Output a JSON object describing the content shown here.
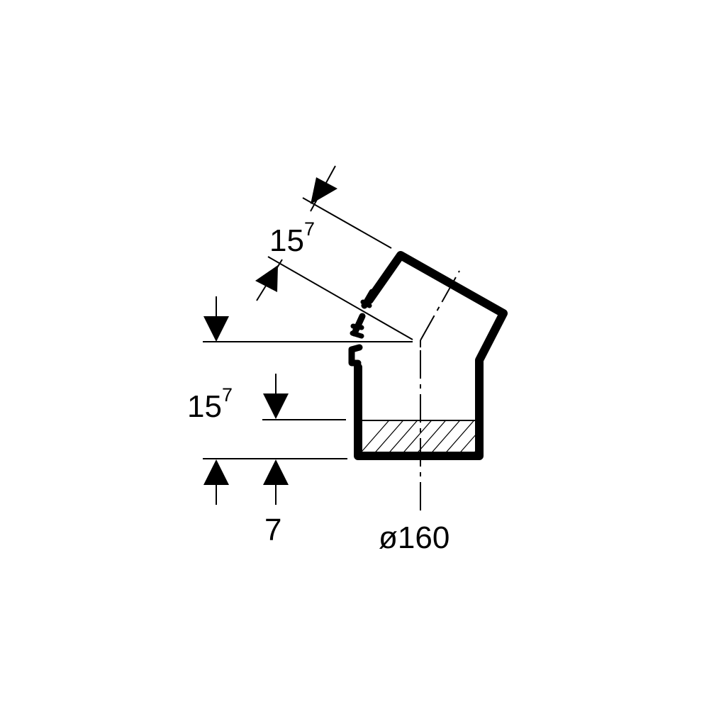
{
  "drawing": {
    "labels": {
      "upper_offset_main": "15",
      "upper_offset_sup": "7",
      "lower_offset_main": "15",
      "lower_offset_sup": "7",
      "insertion": "7",
      "diameter": "ø160"
    }
  }
}
